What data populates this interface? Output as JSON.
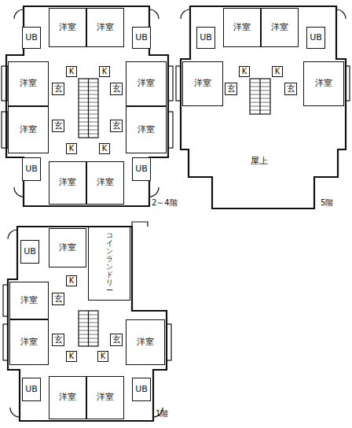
{
  "diagram": {
    "nodes": [
      {
        "text": [
          "2～4階"
        ]
      },
      {
        "text": [
          "UB"
        ],
        "in": 0
      },
      {
        "text": [
          "洋室"
        ],
        "in": 0
      },
      {
        "text": [
          "洋室"
        ],
        "in": 0
      },
      {
        "text": [
          "UB"
        ],
        "in": 0
      },
      {
        "text": [
          "K"
        ],
        "in": 0
      },
      {
        "text": [
          "K"
        ],
        "in": 0
      },
      {
        "text": [
          "洋室"
        ],
        "in": 0
      },
      {
        "text": [
          "玄"
        ],
        "in": 0
      },
      {
        "text": [
          "玄"
        ],
        "in": 0
      },
      {
        "text": [
          "洋室"
        ],
        "in": 0
      },
      {
        "text": [
          "洋室"
        ],
        "in": 0
      },
      {
        "text": [
          "玄"
        ],
        "in": 0
      },
      {
        "text": [
          "玄"
        ],
        "in": 0
      },
      {
        "text": [
          "洋室"
        ],
        "in": 0
      },
      {
        "text": [
          "K"
        ],
        "in": 0
      },
      {
        "text": [
          "K"
        ],
        "in": 0
      },
      {
        "text": [
          "UB"
        ],
        "in": 0
      },
      {
        "text": [
          "洋室"
        ],
        "in": 0
      },
      {
        "text": [
          "洋室"
        ],
        "in": 0
      },
      {
        "text": [
          "UB"
        ],
        "in": 0
      },
      {
        "text": [
          "5階"
        ]
      },
      {
        "text": [
          "UB"
        ],
        "in": 21
      },
      {
        "text": [
          "洋室"
        ],
        "in": 21
      },
      {
        "text": [
          "洋室"
        ],
        "in": 21
      },
      {
        "text": [
          "UB"
        ],
        "in": 21
      },
      {
        "text": [
          "K"
        ],
        "in": 21
      },
      {
        "text": [
          "K"
        ],
        "in": 21
      },
      {
        "text": [
          "洋室"
        ],
        "in": 21
      },
      {
        "text": [
          "玄"
        ],
        "in": 21
      },
      {
        "text": [
          "玄"
        ],
        "in": 21
      },
      {
        "text": [
          "洋室"
        ],
        "in": 21
      },
      {
        "text": [
          "屋上"
        ],
        "in": 21
      },
      {
        "text": [
          "1階"
        ]
      },
      {
        "text": [
          "UB"
        ],
        "in": 33
      },
      {
        "text": [
          "洋室"
        ],
        "in": 33
      },
      {
        "text": [
          "コインランドリー"
        ],
        "in": 33
      },
      {
        "text": [
          "K"
        ],
        "in": 33
      },
      {
        "text": [
          "洋室"
        ],
        "in": 33
      },
      {
        "text": [
          "玄"
        ],
        "in": 33
      },
      {
        "text": [
          "洋室"
        ],
        "in": 33
      },
      {
        "text": [
          "玄"
        ],
        "in": 33
      },
      {
        "text": [
          "玄"
        ],
        "in": 33
      },
      {
        "text": [
          "洋室"
        ],
        "in": 33
      },
      {
        "text": [
          "K"
        ],
        "in": 33
      },
      {
        "text": [
          "K"
        ],
        "in": 33
      },
      {
        "text": [
          "UB"
        ],
        "in": 33
      },
      {
        "text": [
          "洋室"
        ],
        "in": 33
      },
      {
        "text": [
          "洋室"
        ],
        "in": 33
      },
      {
        "text": [
          "UB"
        ],
        "in": 33
      }
    ]
  }
}
